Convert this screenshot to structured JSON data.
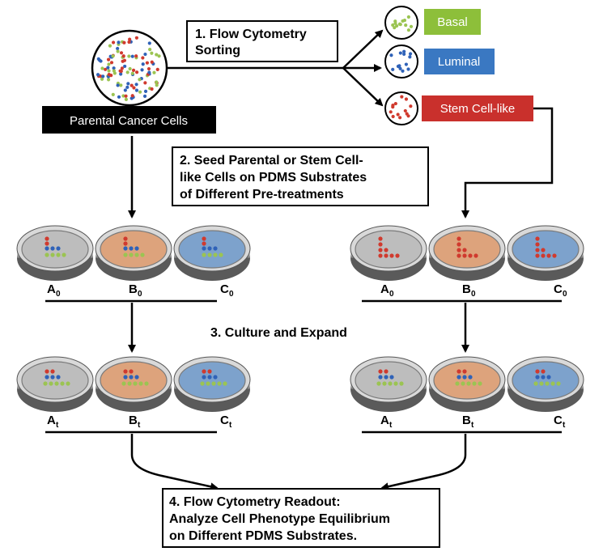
{
  "steps": {
    "step1_line1": "1. Flow Cytometry",
    "step1_line2": "Sorting",
    "step2_line1": "2. Seed Parental or Stem Cell-",
    "step2_line2": "like Cells on PDMS Substrates",
    "step2_line3": "of Different Pre-treatments",
    "step3": "3. Culture and Expand",
    "step4_line1": "4. Flow Cytometry Readout:",
    "step4_line2": "Analyze Cell Phenotype Equilibrium",
    "step4_line3": "on Different PDMS Substrates."
  },
  "parental_label": "Parental Cancer Cells",
  "populations": [
    {
      "label": "Basal",
      "color": "#8dbf3a"
    },
    {
      "label": "Luminal",
      "color": "#3a78c2"
    },
    {
      "label": "Stem Cell-like",
      "color": "#c9302c"
    }
  ],
  "dish_labels": {
    "letters": [
      "A",
      "B",
      "C"
    ],
    "time0": "0",
    "timet": "t"
  },
  "colors": {
    "dish_a": "#bdbdbd",
    "dish_b": "#dda37c",
    "dish_c": "#7da2cc",
    "red_cell": "#d03a2e",
    "blue_cell": "#2f62b8",
    "green_cell": "#9bc452"
  }
}
